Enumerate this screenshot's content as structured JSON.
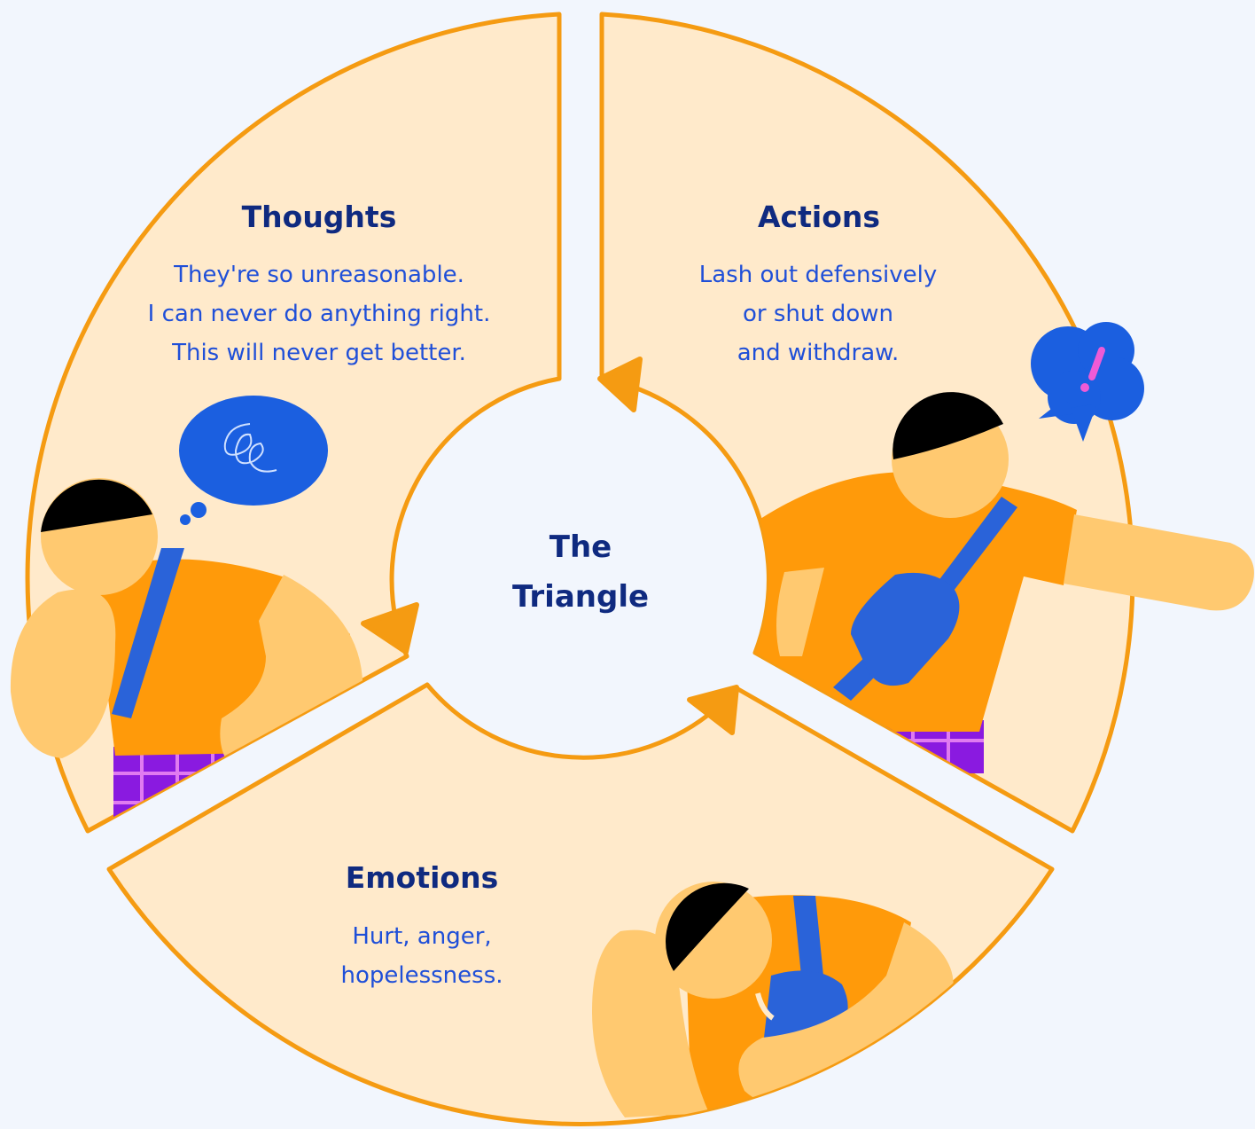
{
  "diagram": {
    "center": {
      "lines": [
        "The",
        "Triangle"
      ]
    },
    "segments": [
      {
        "title": "Thoughts",
        "lines": [
          "They're so unreasonable.",
          "I can never do anything right.",
          "This will never get better."
        ]
      },
      {
        "title": "Actions",
        "lines": [
          "Lash out defensively",
          "or shut down",
          "and withdraw."
        ]
      },
      {
        "title": "Emotions",
        "lines": [
          "Hurt, anger,",
          "hopelessness."
        ]
      }
    ]
  },
  "colors": {
    "background": "#f2f6fd",
    "segment_fill": "#ffeacb",
    "segment_stroke": "#f59b12",
    "title": "#0f2a80",
    "body_text": "#1f4fd8",
    "shirt": "#ff9a0a",
    "skin": "#ffc970",
    "hair": "#000000",
    "strap": "#2a63d9",
    "bubble": "#1b5fe0",
    "pants": "#8a1ae0"
  },
  "icons": [
    "thought-bubble-icon",
    "exclamation-bubble-icon"
  ]
}
